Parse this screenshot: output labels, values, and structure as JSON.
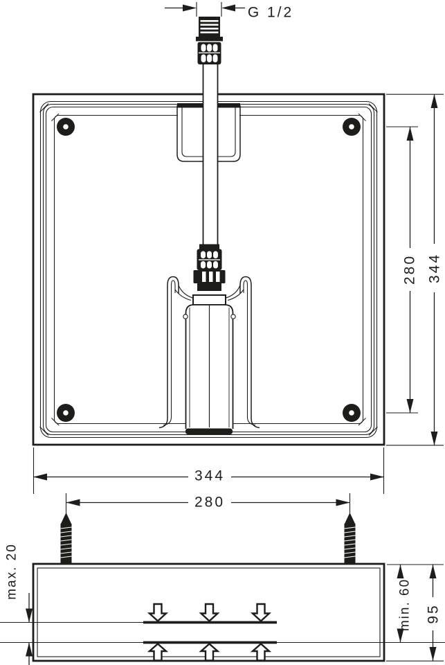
{
  "drawing": {
    "background": "#ffffff",
    "line_color": "#1d1d1b",
    "dimension_labels": {
      "thread_size": "G 1/2",
      "overall_width": "344",
      "overall_height": "344",
      "hole_spacing_vertical": "280",
      "screw_spacing": "280",
      "panel_thickness_max": "max. 20",
      "recess_depth_min": "min. 60",
      "housing_depth": "95"
    }
  }
}
